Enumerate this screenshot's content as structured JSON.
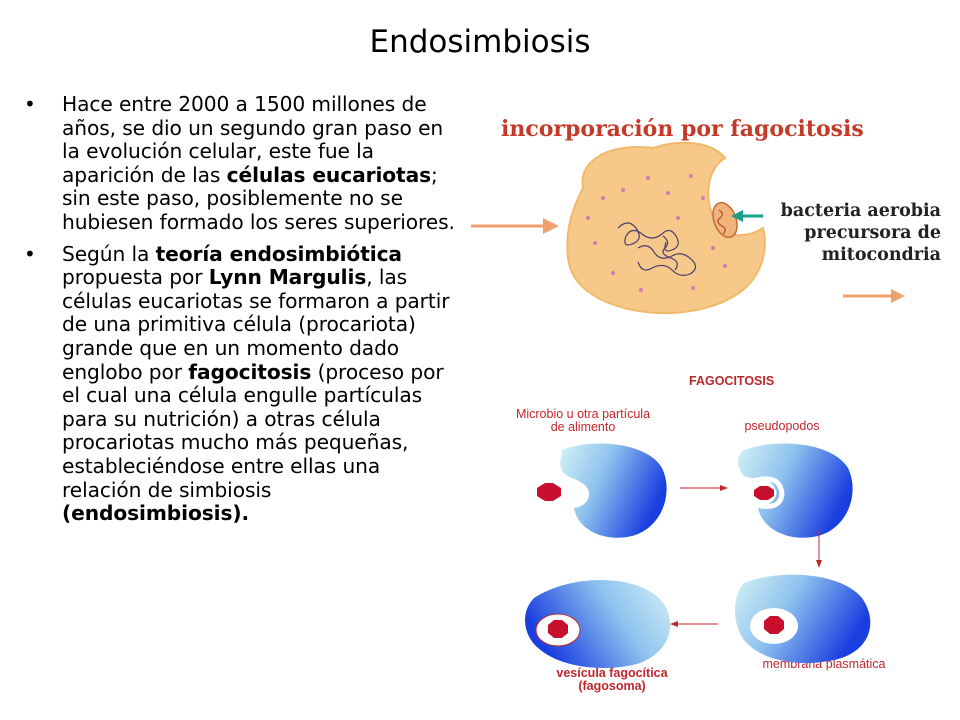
{
  "slide": {
    "title": "Endosimbiosis",
    "bullet1": {
      "p1": "Hace entre 2000 a 1500 millones de años, se dio un segundo gran paso en la evolución celular, este fue la aparición de las ",
      "b1": "células eucariotas",
      "p2": "; sin este paso, posiblemente no se hubiesen formado los seres superiores."
    },
    "bullet2": {
      "p1": "Según la ",
      "b1": "teoría endosimbiótica",
      "p2": " propuesta por ",
      "b2": "Lynn Margulis",
      "p3": ", las células eucariotas se formaron a partir de una primitiva célula (procariota) grande que en un momento dado englobo por ",
      "b3": "fagocitosis",
      "p4": " (proceso por el cual una célula engulle partículas para su nutrición) a otras célula procariotas mucho más pequeñas, estableciéndose entre ellas una relación de simbiosis ",
      "b4": "(endosimbiosis)."
    }
  },
  "figure_top": {
    "caption": "incorporación por fagocitosis",
    "label_line1": "bacteria aerobia",
    "label_line2": "precursora de",
    "label_line3": "mitocondria",
    "colors": {
      "cell": "#f6c98a",
      "arrow": "#f0a070",
      "caption": "#c43a28",
      "pointer": "#1a9f8a"
    }
  },
  "figure_bottom": {
    "title": "FAGOCITOSIS",
    "label_microbe_1": "Microbio u otra partícula",
    "label_microbe_2": "de alimento",
    "label_pseudopodos": "pseudopodos",
    "label_vesicula_1": "vesícula fagocítica",
    "label_vesicula_2": "(fagosoma)",
    "label_membrana": "membrana plasmática",
    "colors": {
      "cell_light": "#c8ecf2",
      "cell_dark": "#1a3fe0",
      "particle": "#c8102e"
    }
  }
}
